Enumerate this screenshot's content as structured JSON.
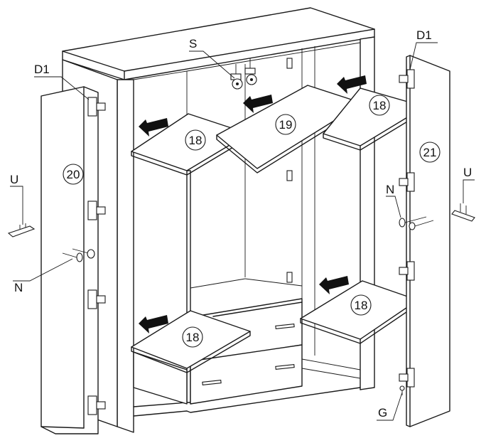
{
  "labels": {
    "s": "S",
    "d1_left": "D1",
    "d1_right": "D1",
    "u_left": "U",
    "u_right": "U",
    "n_left": "N",
    "n_right": "N",
    "g": "G"
  },
  "parts": {
    "door_left": "20",
    "door_right": "21",
    "shelf_top_left": "18",
    "shelf_top_center": "19",
    "shelf_top_right": "18",
    "shelf_bottom_left": "18",
    "shelf_bottom_right": "18"
  },
  "icons": [
    "insert-arrow-icon",
    "hinge-icon",
    "screw-icon",
    "hanger-rail-icon",
    "wheel-icon"
  ]
}
